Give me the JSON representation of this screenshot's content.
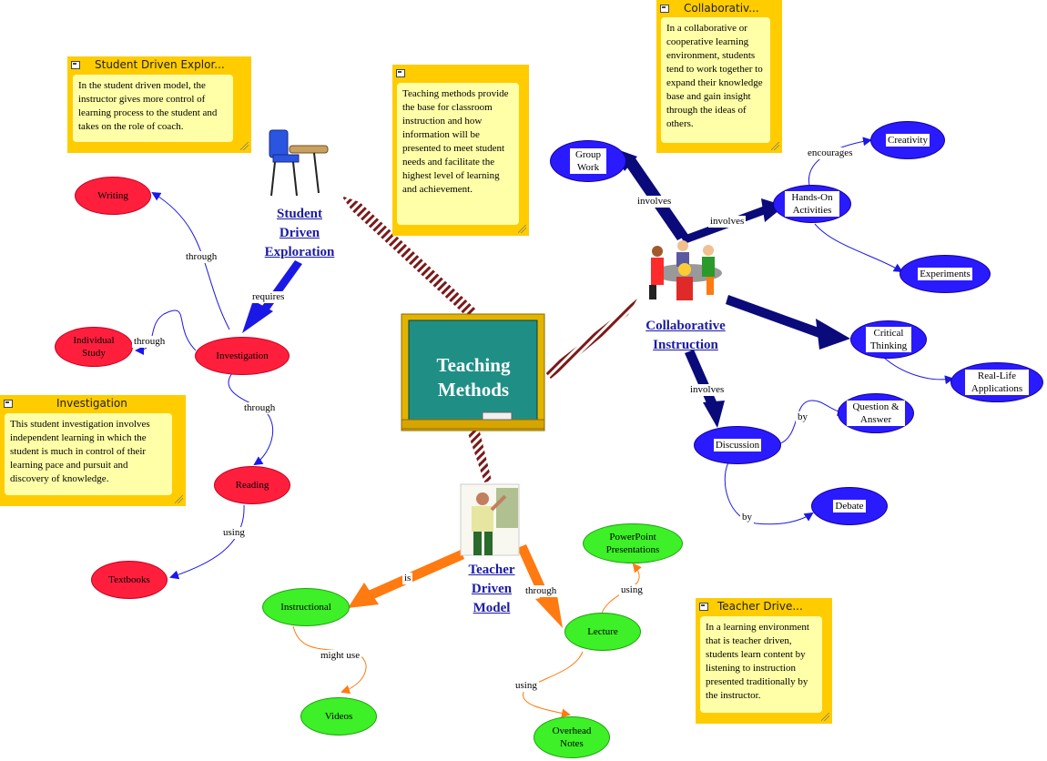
{
  "center": {
    "title_line1": "Teaching",
    "title_line2": "Methods"
  },
  "topics": {
    "student": {
      "line1": "Student",
      "line2": "Driven",
      "line3": "Exploration"
    },
    "collab": {
      "line1": "Collaborative",
      "line2": "Instruction"
    },
    "teacher": {
      "line1": "Teacher",
      "line2": "Driven",
      "line3": "Model"
    }
  },
  "nodes": {
    "writing": "Writing",
    "individual_study": "Individual Study",
    "investigation": "Investigation",
    "reading": "Reading",
    "textbooks": "Textbooks",
    "group_work": "Group Work",
    "hands_on": "Hands-On Activities",
    "creativity": "Creativity",
    "experiments": "Experiments",
    "critical_thinking": "Critical Thinking",
    "real_life": "Real-Life Applications",
    "question_answer": "Question & Answer",
    "discussion": "Discussion",
    "debate": "Debate",
    "powerpoint": "PowerPoint Presentations",
    "instructional": "Instructional",
    "lecture": "Lecture",
    "videos": "Videos",
    "overhead": "Overhead Notes"
  },
  "links": {
    "through_writing": "through",
    "requires": "requires",
    "through_individual": "through",
    "through_reading": "through",
    "using_textbooks": "using",
    "involves_group": "involves",
    "involves_hands": "involves",
    "encourages": "encourages",
    "involves_discussion": "involves",
    "by_question": "by",
    "by_debate": "by",
    "using_powerpoint": "using",
    "is_instructional": "is",
    "through_lecture": "through",
    "might_use": "might use",
    "using_overhead": "using"
  },
  "notes": {
    "student": {
      "title": "Student Driven Explor...",
      "body": "In the student driven model, the instructor gives more control of learning process to the student and takes on the role of coach."
    },
    "teaching": {
      "title": "",
      "body": "Teaching methods provide the base for classroom instruction and how information will be presented to meet student needs and facilitate the highest level of learning and achievement."
    },
    "collab": {
      "title": "Collaborativ...",
      "body": "In a collaborative or cooperative learning environment, students tend to work together to expand their knowledge base and gain insight through the ideas of others."
    },
    "investigation": {
      "title": "Investigation",
      "body": "This student investigation involves independent learning in which the student is much in control of their learning pace and pursuit and discovery of knowledge."
    },
    "teacher": {
      "title": "Teacher Drive...",
      "body": "In a learning environment that is teacher driven, students learn content by listening to instruction presented traditionally by the instructor."
    }
  },
  "colors": {
    "red_node": "#ff1f3d",
    "blue_node": "#2a1aff",
    "green_node": "#3df027",
    "blue_arrow": "#0a0a7a",
    "orange_arrow": "#ff7a10",
    "link_blue": "#1a1aa6",
    "note_yellow": "#ffcc00",
    "chalkboard": "#1f8f86"
  }
}
